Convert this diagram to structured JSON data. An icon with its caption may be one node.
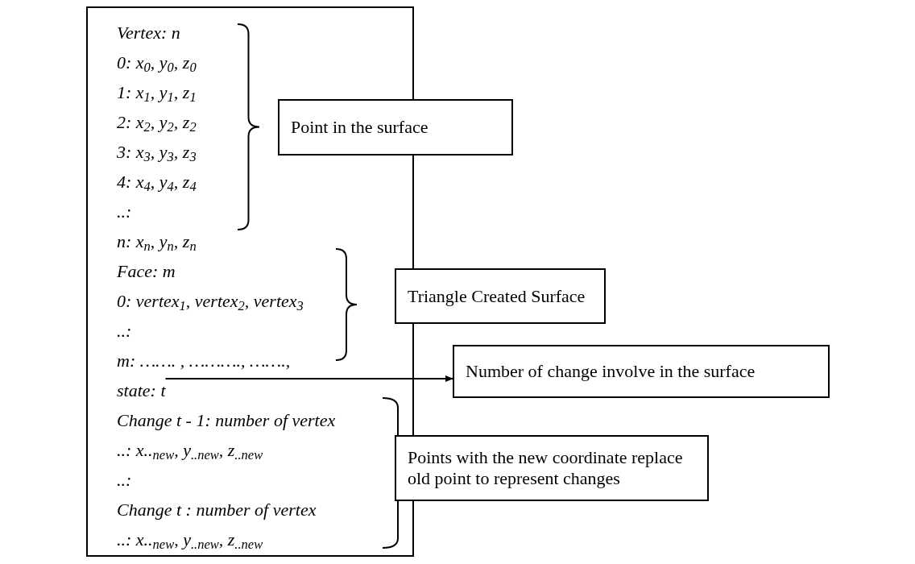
{
  "diagram": {
    "nodes": [
      {
        "text": [
          "Vertex: n",
          "0: x$_{0}$, y$_{0}$, z$_{0}$",
          "1: x$_{1}$, y$_{1}$, z$_{1}$",
          "2: x$_{2}$, y$_{2}$, z$_{2}$",
          "3: x$_{3}$, y$_{3}$, z$_{3}$",
          "4: x$_{4}$, y$_{4}$, z$_{4}$",
          "..:",
          "n: x$_{n}$, y$_{n}$, z$_{n}$",
          "Face: m",
          "0: vertex$_{1}$, vertex$_{2}$, vertex$_{3}$",
          "..:",
          "m: ……. , ………., …….,",
          "Change t - 1: number of vertex",
          "..: x..$_{new}$, y$_{..new}$, z$_{..new}$",
          "..:",
          "Change t : number of vertex",
          "..: x..$_{new}$, y$_{..new}$, z$_{..new}$"
        ]
      },
      {
        "text": [
          "state: t"
        ],
        "in": 0
      },
      {
        "text": [
          "Point in the surface"
        ]
      },
      {
        "text": [
          "Triangle Created Surface"
        ]
      },
      {
        "text": [
          "Number of change involve in the surface"
        ]
      },
      {
        "text": [
          "Points with the new coordinate replace old point to represent changes"
        ]
      }
    ],
    "edges": [
      {
        "from": 1,
        "to": 4,
        "arrow": "to"
      }
    ]
  }
}
